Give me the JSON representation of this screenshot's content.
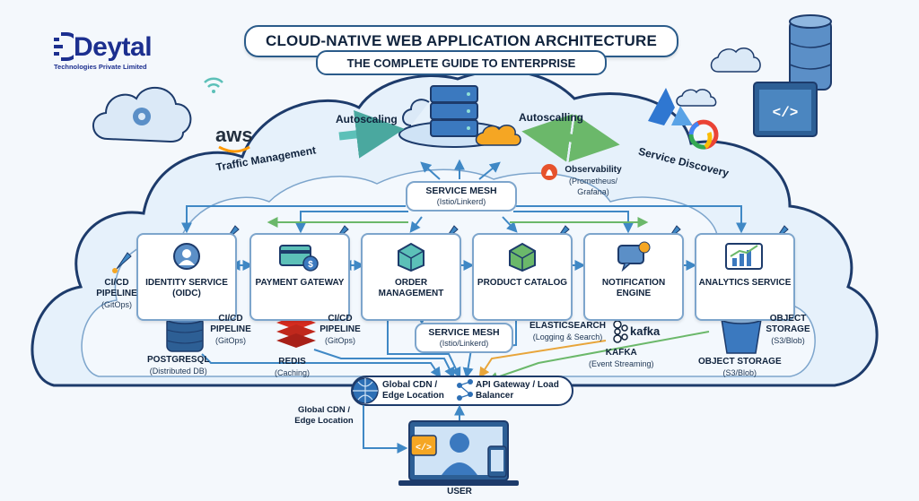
{
  "title": "CLOUD-NATIVE WEB APPLICATION ARCHITECTURE",
  "subtitle": "THE COMPLETE GUIDE TO ENTERPRISE",
  "brand": {
    "name": "Deytal",
    "tagline": "Technologies Private Limited"
  },
  "aws_logo_text": "aws",
  "top_labels": {
    "autoscaling_left": "Autoscaling",
    "autoscaling_right": "Autoscalling",
    "traffic": "Traffic Management",
    "discovery": "Service Discovery",
    "observability": "Observability",
    "observability_sub": "(Prometheus/ Grafana)"
  },
  "service_mesh_top": {
    "label": "SERVICE MESH",
    "sub": "(Istio/Linkerd)"
  },
  "service_mesh_mid": {
    "label": "SERVICE MESH",
    "sub": "(Istio/Linkerd)"
  },
  "services": [
    {
      "name": "IDENTITY SERVICE (OIDC)"
    },
    {
      "name": "PAYMENT GATEWAY"
    },
    {
      "name": "ORDER MANAGEMENT"
    },
    {
      "name": "PRODUCT CATALOG"
    },
    {
      "name": "NOTIFICATION ENGINE"
    },
    {
      "name": "ANALYTICS SERVICE"
    }
  ],
  "side_labels": {
    "cicd_left": "CI/CD PIPELINE",
    "cicd_left_sub": "(GitOps)",
    "cicd_identity": "CI/CD PIPELINE",
    "cicd_identity_sub": "(GitOps)",
    "cicd_payment": "CI/CD PIPELINE",
    "cicd_payment_sub": "(GitOps)",
    "postgres": "POSTGRESQL",
    "postgres_sub": "(Distributed DB)",
    "redis": "REDIS",
    "redis_sub": "(Caching)",
    "elastic": "ELASTICSEARCH",
    "elastic_sub": "(Logging & Search)",
    "kafka_logo": "kafka",
    "kafka": "KAFKA",
    "kafka_sub": "(Event Streaming)",
    "object_storage_a": "OBJECT STORAGE",
    "object_storage_a_sub": "(S3/Blob)",
    "object_storage_b": "OBJECT STORAGE",
    "object_storage_b_sub": "(S3/Blob)"
  },
  "bottom": {
    "cdn_inner": "Global CDN / Edge Location",
    "api_gateway": "API Gateway / Load Balancer",
    "cdn_outer": "Global CDN / Edge Location",
    "user": "USER"
  },
  "colors": {
    "navy": "#1d3b6b",
    "teal_arrow": "#5cc0b8",
    "green_arrow": "#6bb86a",
    "blue_arrow": "#3f88c5",
    "orange_arrow": "#e8a53a",
    "kube": "#326ce5"
  }
}
